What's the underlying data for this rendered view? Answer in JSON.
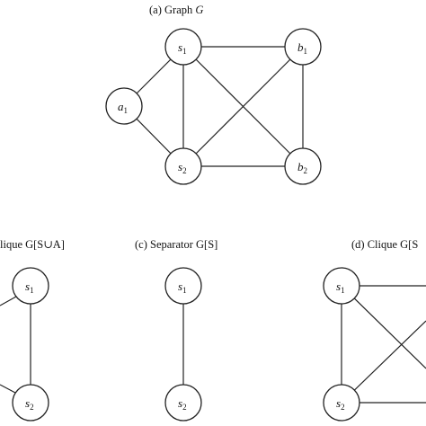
{
  "captions": {
    "a_prefix": "(a) Graph ",
    "a_var": "G",
    "b_text": "lique G[S∪A]",
    "c_text": "(c) Separator G[S]",
    "d_text": "(d) Clique G[S"
  },
  "nodes": {
    "s": "s",
    "a": "a",
    "b": "b",
    "sub1": "1",
    "sub2": "2"
  }
}
